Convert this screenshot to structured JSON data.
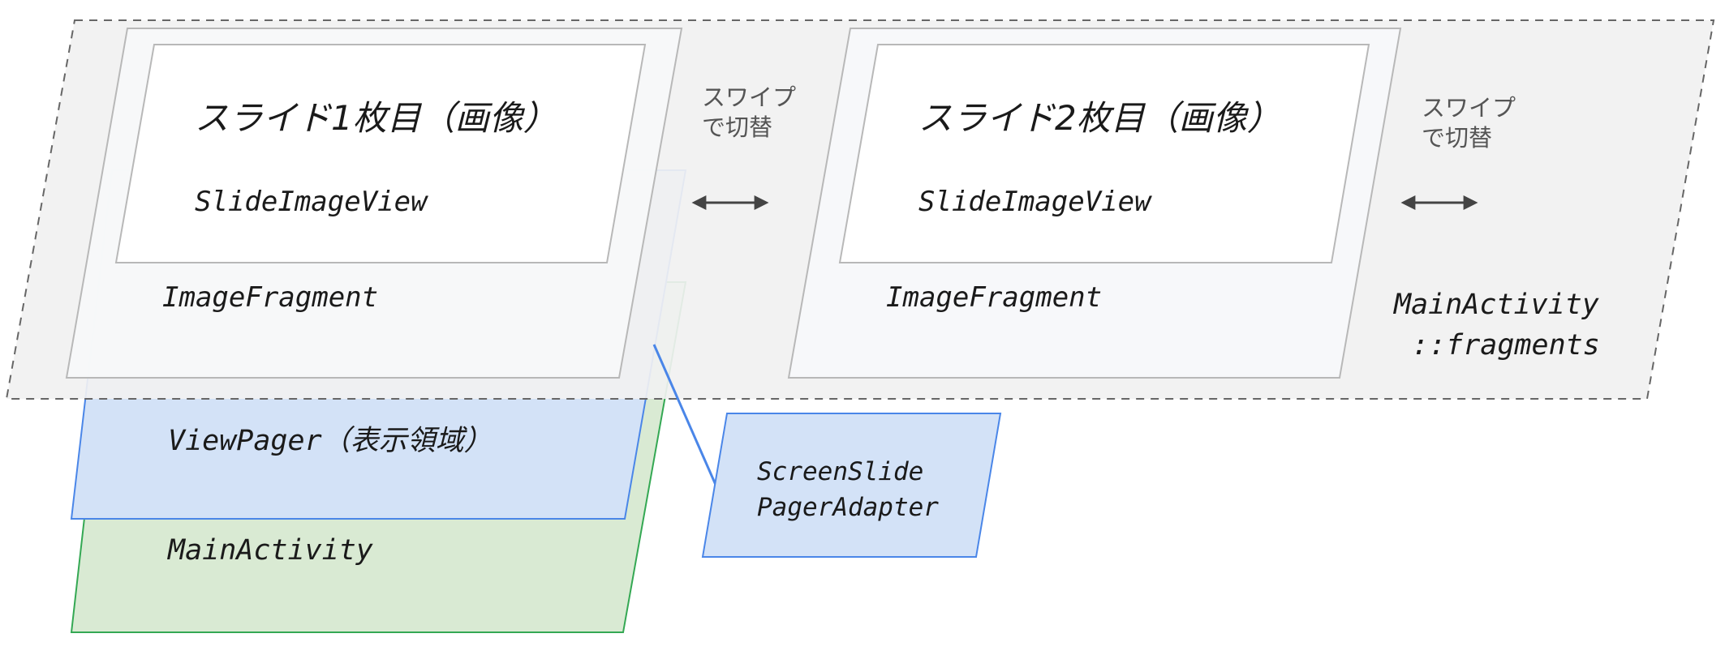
{
  "colors": {
    "viewpager_fill": "#d3e2f7",
    "viewpager_stroke": "#4a86e8",
    "mainactivity_fill": "#d9ead3",
    "mainactivity_stroke": "#34a853",
    "fragments_fill": "#f1f1f1",
    "fragments_stroke": "#666666",
    "fragment_fill": "#f7f8fa",
    "fragment_stroke": "#b8b8b8",
    "slide_fill": "#ffffff",
    "arrow": "#444444",
    "connector": "#4a86e8"
  },
  "main_activity": {
    "label": "MainActivity"
  },
  "view_pager": {
    "label": "ViewPager（表示領域）"
  },
  "adapter": {
    "line1": "ScreenSlide",
    "line2": "PagerAdapter"
  },
  "fragments_container": {
    "line1": "MainActivity",
    "line2": "::fragments"
  },
  "fragments": [
    {
      "fragment_label": "ImageFragment",
      "slide_title": "スライド1枚目（画像）",
      "slide_view": "SlideImageView"
    },
    {
      "fragment_label": "ImageFragment",
      "slide_title": "スライド2枚目（画像）",
      "slide_view": "SlideImageView"
    }
  ],
  "swipe_notes": [
    {
      "line1": "スワイプ",
      "line2": "で切替",
      "arrow": "swap-arrow-icon"
    },
    {
      "line1": "スワイプ",
      "line2": "で切替",
      "arrow": "swap-arrow-icon"
    }
  ]
}
